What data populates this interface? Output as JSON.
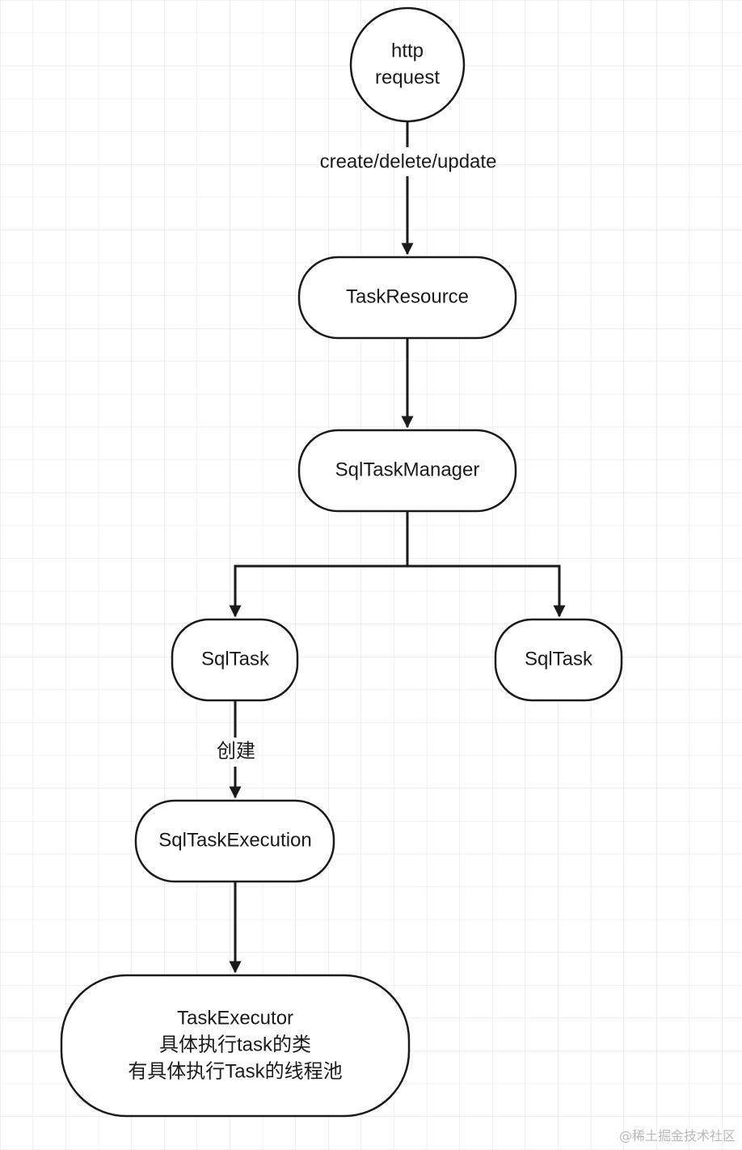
{
  "diagram": {
    "nodes": {
      "http_request": {
        "lines": [
          "http",
          "request"
        ]
      },
      "task_resource": {
        "lines": [
          "TaskResource"
        ]
      },
      "sql_task_manager": {
        "lines": [
          "SqlTaskManager"
        ]
      },
      "sql_task_left": {
        "lines": [
          "SqlTask"
        ]
      },
      "sql_task_right": {
        "lines": [
          "SqlTask"
        ]
      },
      "sql_task_execution": {
        "lines": [
          "SqlTaskExecution"
        ]
      },
      "task_executor": {
        "lines": [
          "TaskExecutor",
          "具体执行task的类",
          "有具体执行Task的线程池"
        ]
      }
    },
    "edges": {
      "request_to_resource": {
        "label": "create/delete/update"
      },
      "sqltask_to_execution": {
        "label": "创建"
      }
    }
  },
  "watermark": "@稀土掘金技术社区",
  "colors": {
    "stroke": "#1a1a1a",
    "grid_line": "#e3e3e3",
    "background": "#ffffff",
    "watermark": "#b9b9b9"
  }
}
